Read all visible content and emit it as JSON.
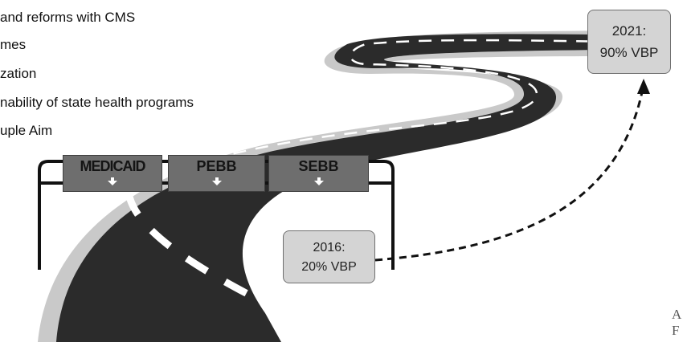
{
  "bullets": [
    "and reforms with CMS",
    "mes",
    "zation",
    "nability of state health programs",
    "uple Aim"
  ],
  "signs": [
    "MEDICAID",
    "PEBB",
    "SEBB"
  ],
  "callouts": {
    "y2021": {
      "year": "2021:",
      "value": "90% VBP"
    },
    "y2016": {
      "year": "2016:",
      "value": "20% VBP"
    }
  },
  "corner": [
    "A",
    "F"
  ],
  "colors": {
    "road": "#2b2b2b",
    "road_edge": "#bdbdbd",
    "sign": "#6e6e6e",
    "callout_fill": "#d4d4d4",
    "dash": "#ffffff",
    "arrow": "#111111"
  }
}
